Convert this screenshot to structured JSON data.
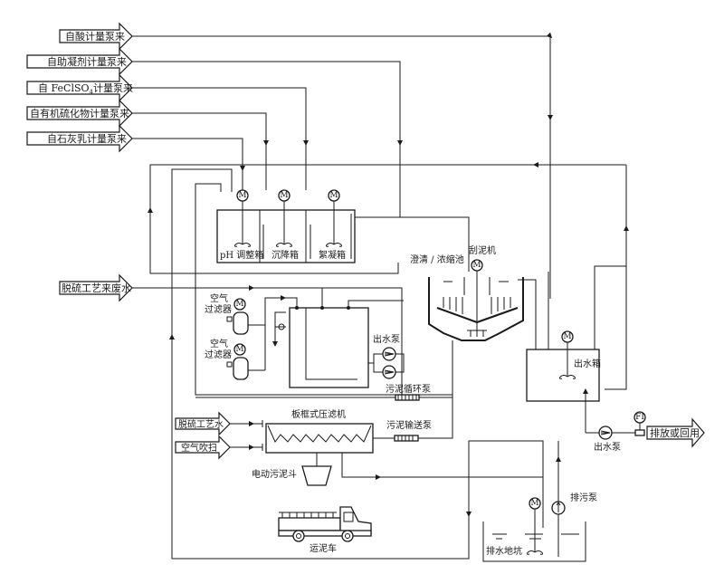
{
  "diagram": {
    "title": "脱硫废水处理工艺流程图",
    "inputs": [
      {
        "id": "acid",
        "label": "自酸计量泵来"
      },
      {
        "id": "coagulant",
        "label": "自助凝剂计量泵来"
      },
      {
        "id": "fecl",
        "label_prefix": "自 FeClSO",
        "label_sub": "4",
        "label_suffix": "计量泵来"
      },
      {
        "id": "sulfide",
        "label": "自有机硫化物计量泵来"
      },
      {
        "id": "lime",
        "label": "自石灰乳计量泵来"
      },
      {
        "id": "wastewater",
        "label": "脱硫工艺来废水"
      },
      {
        "id": "process-water",
        "label": "脱硫工艺水"
      },
      {
        "id": "air-purge",
        "label": "空气吹扫"
      }
    ],
    "output": {
      "label": "排放或回用"
    },
    "tanks": {
      "ph": "pH 调整箱",
      "settling": "沉降箱",
      "flocculation": "絮凝箱",
      "clarifier": "澄清 / 浓缩池",
      "scraper": "刮泥机",
      "outlet_tank": "出水箱",
      "sump": "排水地坑"
    },
    "equipment": {
      "air_filter_1": "空气\n过滤器",
      "air_filter_line1": "空气",
      "air_filter_line2": "过滤器",
      "outlet_pump_left": "出水泵",
      "sludge_recirc_pump": "污泥循环泵",
      "filter_press": "板框式压滤机",
      "sludge_transfer_pump": "污泥输送泵",
      "sludge_hopper": "电动污泥斗",
      "truck": "运泥车",
      "outlet_pump_right": "出水泵",
      "drain_pump": "排污泵",
      "flow_indicator": "FI",
      "motor": "M"
    }
  }
}
